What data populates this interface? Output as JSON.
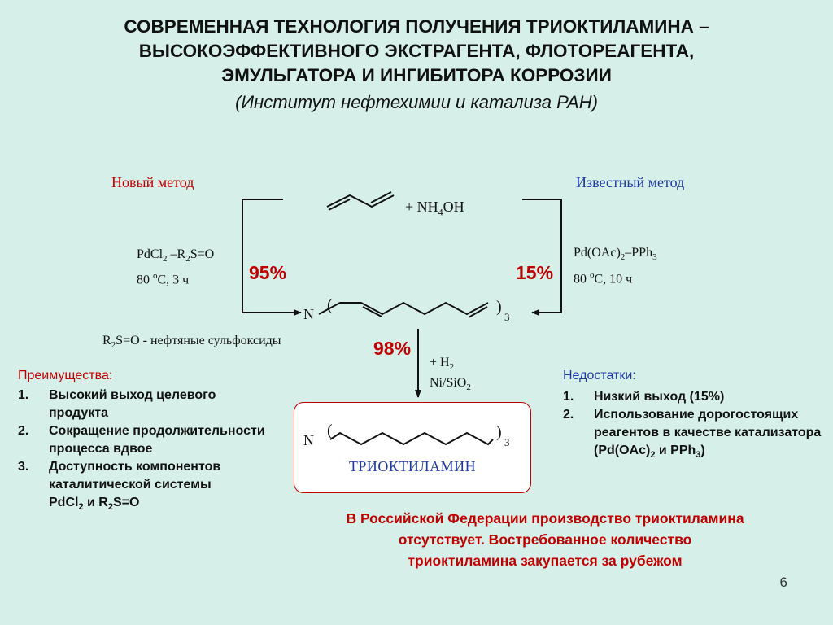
{
  "title": {
    "line1": "СОВРЕМЕННАЯ ТЕХНОЛОГИЯ ПОЛУЧЕНИЯ ТРИОКТИЛАМИНА –",
    "line2": "ВЫСОКОЭФФЕКТИВНОГО ЭКСТРАГЕНТА, ФЛОТОРЕАГЕНТА,",
    "line3": "ЭМУЛЬГАТОРА И ИНГИБИТОРА КОРРОЗИИ",
    "subtitle": "(Институт нефтехимии и катализа РАН)"
  },
  "scheme": {
    "reagent_plus": "+ NH",
    "reagent_sub": "4",
    "reagent_tail": "OH",
    "new_method": {
      "label": "Новый метод",
      "catalyst_a": "PdCl",
      "catalyst_a_sub": "2",
      "catalyst_dash": " –R",
      "catalyst_b_sub": "2",
      "catalyst_b": "S=O",
      "conditions_a": "80 ",
      "conditions_sup": "о",
      "conditions_b": "С, 3 ч",
      "yield": "95%"
    },
    "known_method": {
      "label": "Известный метод",
      "catalyst_a": "Pd(OAc)",
      "catalyst_a_sub": "2",
      "catalyst_b": "–PPh",
      "catalyst_b_sub": "3",
      "conditions_a": "80 ",
      "conditions_sup": "о",
      "conditions_b": "С, 10 ч",
      "yield": "15%"
    },
    "intermediate": {
      "n_label": "N",
      "paren_open": "(",
      "paren_close": ")",
      "count": "3"
    },
    "sulfoxide_note_a": "R",
    "sulfoxide_note_sub": "2",
    "sulfoxide_note_b": "S=O - нефтяные сульфоксиды",
    "hydrogenation": {
      "yield": "98%",
      "reagent_a": "+ H",
      "reagent_sub": "2",
      "catalyst_a": "Ni/SiO",
      "catalyst_sub": "2"
    },
    "product": {
      "n_label": "N",
      "paren_open": "(",
      "paren_close": ")",
      "count": "3",
      "name": "ТРИОКТИЛАМИН"
    }
  },
  "advantages": {
    "heading": "Преимущества:",
    "items": [
      {
        "num": "1.",
        "text": "Высокий выход целевого продукта"
      },
      {
        "num": "2.",
        "text": "Сокращение продолжительности процесса вдвое"
      },
      {
        "num": "3.",
        "text": "Доступность компонентов каталитической системы",
        "formula_a": "PdCl",
        "formula_a_sub": "2",
        "formula_mid": " и R",
        "formula_b_sub": "2",
        "formula_b": "S=O"
      }
    ]
  },
  "disadvantages": {
    "heading": "Недостатки:",
    "items": [
      {
        "num": "1.",
        "text": "Низкий выход (15%)"
      },
      {
        "num": "2.",
        "text": "Использование дорогостоящих реагентов в качестве катализатора",
        "formula_a": "(Pd(OAc)",
        "formula_a_sub": "2",
        "formula_mid": " и PPh",
        "formula_b_sub": "3",
        "formula_b": ")"
      }
    ]
  },
  "footer": {
    "line1": "В Российской Федерации производство триоктиламина",
    "line2": "отсутствует. Востребованное количество",
    "line3": "триоктиламина закупается за рубежом"
  },
  "page_number": "6"
}
